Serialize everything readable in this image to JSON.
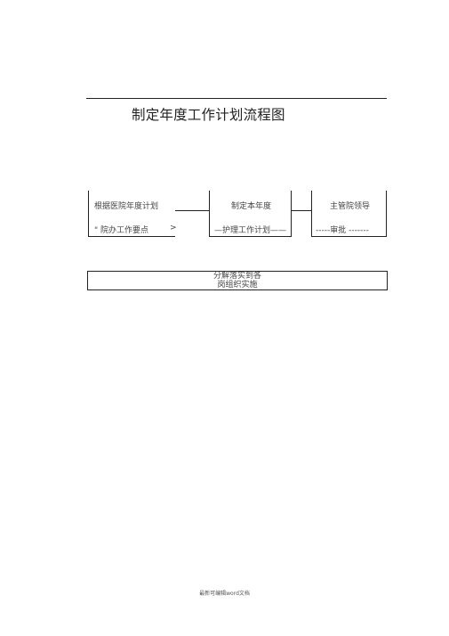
{
  "title": "制定年度工作计划流程图",
  "flow": {
    "box1": {
      "line1": "根据医院年度计划",
      "line2_left": "\"  院办工作要点",
      "line2_right": ">"
    },
    "box2": {
      "line1": "制定本年度",
      "line2": "—护理工作计划——"
    },
    "box3": {
      "line1": "主管院领导",
      "line2": "-----审批 -------"
    },
    "box4": {
      "line1": "分解落实到各",
      "line2": "岗组织实施"
    }
  },
  "footer": "最新可编辑word文档"
}
